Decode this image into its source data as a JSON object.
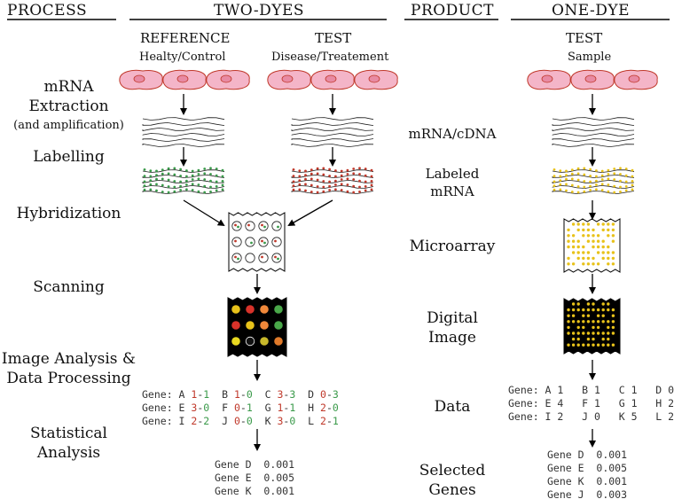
{
  "headers": {
    "process": "PROCESS",
    "two_dyes": "TWO-DYES",
    "product": "PRODUCT",
    "one_dye": "ONE-DYE"
  },
  "two_dyes": {
    "reference_title": "REFERENCE",
    "reference_sub": "Healty/Control",
    "test_title": "TEST",
    "test_sub": "Disease/Treatement"
  },
  "one_dye": {
    "test_title": "TEST",
    "test_sub": "Sample"
  },
  "process_steps": {
    "mrna_1": "mRNA",
    "mrna_2": "Extraction",
    "mrna_3": "(and amplification)",
    "labelling": "Labelling",
    "hybridization": "Hybridization",
    "scanning": "Scanning",
    "image_analysis_1": "Image Analysis &",
    "image_analysis_2": "Data Processing",
    "statistical_1": "Statistical",
    "statistical_2": "Analysis"
  },
  "products": {
    "mrna_cdna": "mRNA/cDNA",
    "labeled_1": "Labeled",
    "labeled_2": "mRNA",
    "microarray": "Microarray",
    "digital_1": "Digital",
    "digital_2": "Image",
    "data": "Data",
    "selected_1": "Selected",
    "selected_2": "Genes"
  },
  "two_dye_data": [
    [
      {
        "gene": "A",
        "red": "1",
        "green": "1"
      },
      {
        "gene": "B",
        "red": "1",
        "green": "0"
      },
      {
        "gene": "C",
        "red": "3",
        "green": "3"
      },
      {
        "gene": "D",
        "red": "0",
        "green": "3"
      }
    ],
    [
      {
        "gene": "E",
        "red": "3",
        "green": "0"
      },
      {
        "gene": "F",
        "red": "0",
        "green": "1"
      },
      {
        "gene": "G",
        "red": "1",
        "green": "1"
      },
      {
        "gene": "H",
        "red": "2",
        "green": "0"
      }
    ],
    [
      {
        "gene": "I",
        "red": "2",
        "green": "2"
      },
      {
        "gene": "J",
        "red": "0",
        "green": "0"
      },
      {
        "gene": "K",
        "red": "3",
        "green": "0"
      },
      {
        "gene": "L",
        "red": "2",
        "green": "1"
      }
    ]
  ],
  "gene_prefix": "Gene:",
  "one_dye_data": [
    [
      {
        "gene": "A",
        "v": "1"
      },
      {
        "gene": "B",
        "v": "1"
      },
      {
        "gene": "C",
        "v": "1"
      },
      {
        "gene": "D",
        "v": "0"
      }
    ],
    [
      {
        "gene": "E",
        "v": "4"
      },
      {
        "gene": "F",
        "v": "1"
      },
      {
        "gene": "G",
        "v": "1"
      },
      {
        "gene": "H",
        "v": "2"
      }
    ],
    [
      {
        "gene": "I",
        "v": "2"
      },
      {
        "gene": "J",
        "v": "0"
      },
      {
        "gene": "K",
        "v": "5"
      },
      {
        "gene": "L",
        "v": "2"
      }
    ]
  ],
  "selected_two_dye": [
    {
      "gene": "Gene D",
      "p": "0.001"
    },
    {
      "gene": "Gene E",
      "p": "0.005"
    },
    {
      "gene": "Gene K",
      "p": "0.001"
    }
  ],
  "selected_one_dye": [
    {
      "gene": "Gene D",
      "p": "0.001"
    },
    {
      "gene": "Gene E",
      "p": "0.005"
    },
    {
      "gene": "Gene K",
      "p": "0.001"
    },
    {
      "gene": "Gene J",
      "p": "0.003"
    }
  ],
  "colors": {
    "red_dye": "#c0392b",
    "green_dye": "#3a9a4a",
    "yellow_dye": "#e8c21a",
    "cell_fill": "#f4b5c8",
    "cell_stroke": "#c0392b",
    "nucleus": "#e88aa3"
  },
  "scan_two_dye": [
    [
      "#e8c21a",
      "#d8322a",
      "#f0883a",
      "#4aa84a"
    ],
    [
      "#d8322a",
      "#e8c21a",
      "#f0883a",
      "#4aa84a"
    ],
    [
      "#e8d820",
      "#111111",
      "#c8b82a",
      "#e07a2a"
    ]
  ],
  "icons": [
    "cell-icon",
    "rna-strand-icon",
    "arrow-down-icon",
    "microarray-slide-icon",
    "scan-image-icon"
  ]
}
